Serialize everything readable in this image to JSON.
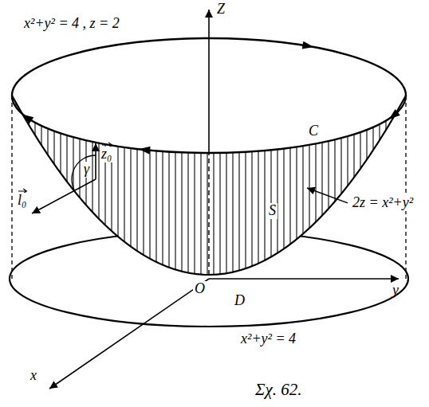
{
  "diagram": {
    "caption": "Σχ. 62.",
    "labels": [
      "x²+y² = 4 , z = 2",
      "Z",
      "C",
      "S",
      "2z = x²+y²",
      "z₀",
      "γ",
      "l₀",
      "O",
      "D",
      "y",
      "x²+y² = 4",
      "x"
    ]
  }
}
